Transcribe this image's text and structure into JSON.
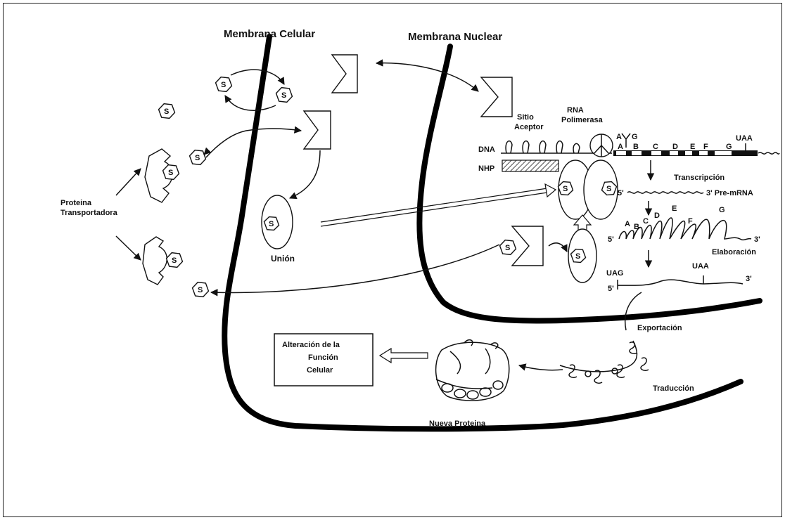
{
  "labels": {
    "cell_membrane": "Membrana Celular",
    "nuclear_membrane": "Membrana Nuclear",
    "transport_protein_line1": "Proteina",
    "transport_protein_line2": "Transportadora",
    "union": "Unión",
    "acceptor_site_line1": "Sitio",
    "acceptor_site_line2": "Aceptor",
    "rna_polymerase_line1": "RNA",
    "rna_polymerase_line2": "Polimerasa",
    "dna": "DNA",
    "nhp": "NHP",
    "transcription": "Transcripción",
    "pre_mrna": "3' Pre-mRNA",
    "elaboration": "Elaboración",
    "exportation": "Exportación",
    "translation": "Traducción",
    "new_protein": "Nueva Proteina",
    "function_box_line1": "Alteración de la",
    "function_box_line2": "Función",
    "function_box_line3": "Celular",
    "steroid": "S",
    "five_prime": "5'",
    "three_prime": "3'",
    "uag": "UAG",
    "uaa": "UAA",
    "ag_a": "A",
    "ag_g": "G",
    "exons": [
      "A",
      "B",
      "C",
      "D",
      "E",
      "F",
      "G"
    ],
    "exon_top": [
      "A",
      "B",
      "C",
      "D",
      "E",
      "F",
      "G"
    ]
  }
}
